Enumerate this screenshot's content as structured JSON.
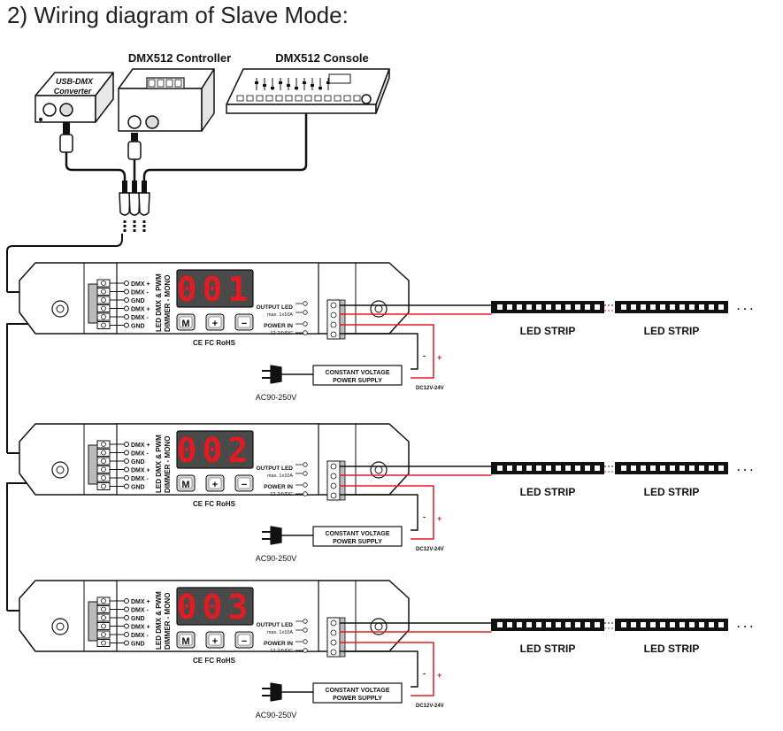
{
  "title": "2) Wiring diagram of Slave Mode:",
  "sources": {
    "usb_dmx_line1": "USB-DMX",
    "usb_dmx_line2": "Converter",
    "controller": "DMX512 Controller",
    "console": "DMX512 Console"
  },
  "units": [
    {
      "display": "001",
      "model_line1": "LED DMX & PWM",
      "model_line2": "DIMMER - MONO",
      "dmx_labels": [
        "DMX +",
        "DMX -",
        "GND",
        "DMX +",
        "DMX -",
        "GND"
      ],
      "output_label": "OUTPUT LED",
      "output_rating": "max. 1x10A",
      "power_label": "POWER IN",
      "power_rating": "12-24VDC",
      "buttons": [
        "M",
        "+",
        "−"
      ],
      "certs": "CE FC RoHS",
      "psu_line1": "CONSTANT VOLTAGE",
      "psu_line2": "POWER SUPPLY",
      "ac_label": "AC90-250V",
      "dc_label": "DC12V-24V",
      "strip1": "LED STRIP",
      "strip2": "LED STRIP"
    },
    {
      "display": "002",
      "model_line1": "LED DMX & PWM",
      "model_line2": "DIMMER - MONO",
      "dmx_labels": [
        "DMX +",
        "DMX -",
        "GND",
        "DMX +",
        "DMX -",
        "GND"
      ],
      "output_label": "OUTPUT LED",
      "output_rating": "max. 1x10A",
      "power_label": "POWER IN",
      "power_rating": "12-24VDC",
      "buttons": [
        "M",
        "+",
        "−"
      ],
      "certs": "CE FC RoHS",
      "psu_line1": "CONSTANT VOLTAGE",
      "psu_line2": "POWER SUPPLY",
      "ac_label": "AC90-250V",
      "dc_label": "DC12V-24V",
      "strip1": "LED STRIP",
      "strip2": "LED STRIP"
    },
    {
      "display": "003",
      "model_line1": "LED DMX & PWM",
      "model_line2": "DIMMER - MONO",
      "dmx_labels": [
        "DMX +",
        "DMX -",
        "GND",
        "DMX +",
        "DMX -",
        "GND"
      ],
      "output_label": "OUTPUT LED",
      "output_rating": "max. 1x10A",
      "power_label": "POWER IN",
      "power_rating": "12-24VDC",
      "buttons": [
        "M",
        "+",
        "−"
      ],
      "certs": "CE FC RoHS",
      "psu_line1": "CONSTANT VOLTAGE",
      "psu_line2": "POWER SUPPLY",
      "ac_label": "AC90-250V",
      "dc_label": "DC12V-24V",
      "strip1": "LED STRIP",
      "strip2": "LED STRIP"
    }
  ],
  "continuation": "· · ·",
  "colors": {
    "display_bg": "#4a4a4a",
    "display_digit": "#e31b23",
    "wire_red": "#e31b23",
    "wire_black": "#111111"
  }
}
